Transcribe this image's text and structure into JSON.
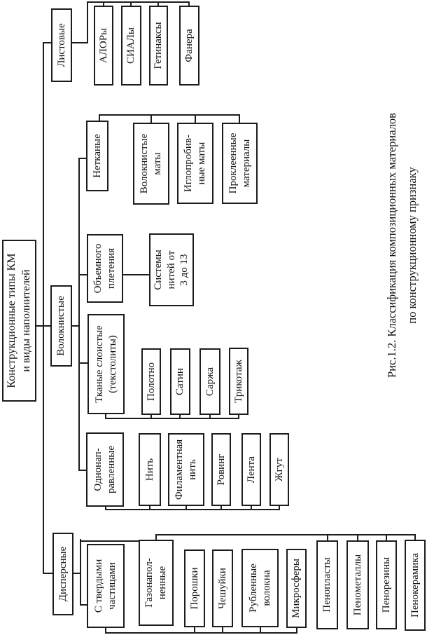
{
  "figure": {
    "tree": {
      "root": {
        "label": "Конструкционные типы КМ\nи виды наполнителей"
      },
      "branches": [
        {
          "label": "Дисперсные",
          "children": [
            {
              "label": "С твердыми\nчастицами",
              "children": [
                {
                  "label": "Порошки"
                },
                {
                  "label": "Чешуйки"
                },
                {
                  "label": "Рубленные\nволокна"
                },
                {
                  "label": "Микросферы"
                }
              ]
            },
            {
              "label": "Газонапол-\nненные",
              "children": [
                {
                  "label": "Пенопласты"
                },
                {
                  "label": "Пенометаллы"
                },
                {
                  "label": "Пенорезины"
                },
                {
                  "label": "Пенокерамика"
                }
              ]
            }
          ]
        },
        {
          "label": "Волокнистые",
          "children": [
            {
              "label": "Однонап-\nравленные",
              "children": [
                {
                  "label": "Нить"
                },
                {
                  "label": "Филаментная\nнить"
                },
                {
                  "label": "Ровинг"
                },
                {
                  "label": "Лента"
                },
                {
                  "label": "Жгут"
                }
              ]
            },
            {
              "label": "Тканые слоистые\n(текстолиты)",
              "children": [
                {
                  "label": "Полотно"
                },
                {
                  "label": "Сатин"
                },
                {
                  "label": "Саржа"
                },
                {
                  "label": "Трикотаж"
                }
              ]
            },
            {
              "label": "Объемного\nплетения",
              "children": [
                {
                  "label": "Системы\nнитей от\n3 до 13"
                }
              ]
            },
            {
              "label": "Нетканые",
              "children": [
                {
                  "label": "Волокнистые\nматы"
                },
                {
                  "label": "Иглопробив-\nные маты"
                },
                {
                  "label": "Проклеенные\nматериалы"
                }
              ]
            }
          ]
        },
        {
          "label": "Листовые",
          "children": [
            {
              "label": "АЛОРы"
            },
            {
              "label": "СИАЛы"
            },
            {
              "label": "Гетинаксы"
            },
            {
              "label": "Фанера"
            }
          ]
        }
      ]
    },
    "caption": {
      "text": "Рис.1.2. Классификация композиционных материалов\nпо конструкционному признаку"
    },
    "colors": {
      "line": "#1c1c1c",
      "background": "#ffffff",
      "box_background": "#ffffff"
    }
  }
}
